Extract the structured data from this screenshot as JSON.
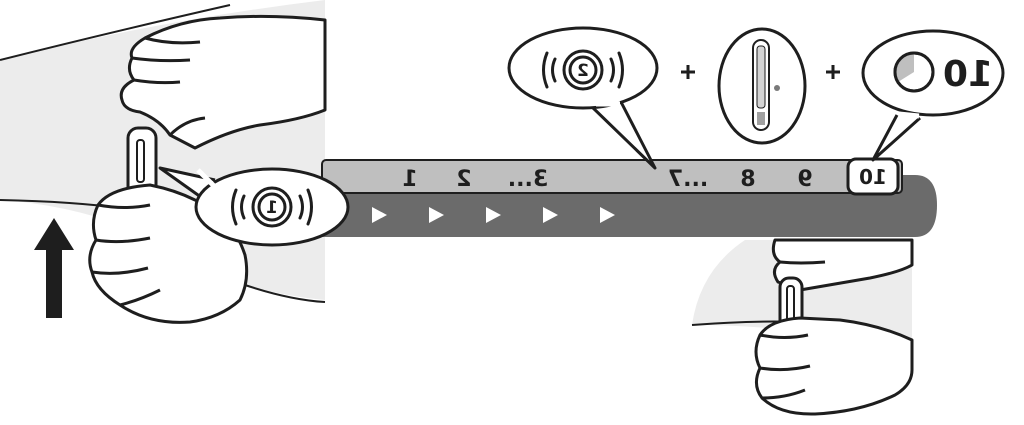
{
  "timeline": {
    "counts": [
      "1",
      "2",
      "3...",
      "...7",
      "8",
      "9"
    ],
    "final_count": "10",
    "final_big": "10",
    "callout_start_number": "1",
    "callout_mid_number": "2"
  },
  "colors": {
    "band_light": "#bfbfbf",
    "band_dark": "#6b6b6b",
    "skin_area": "#ececec",
    "outline": "#1e1e1e"
  },
  "icons": [
    "up-arrow-icon",
    "sound-click-icon",
    "play-arrow-icon",
    "plus-icon",
    "pen-window-icon",
    "timer-icon"
  ]
}
